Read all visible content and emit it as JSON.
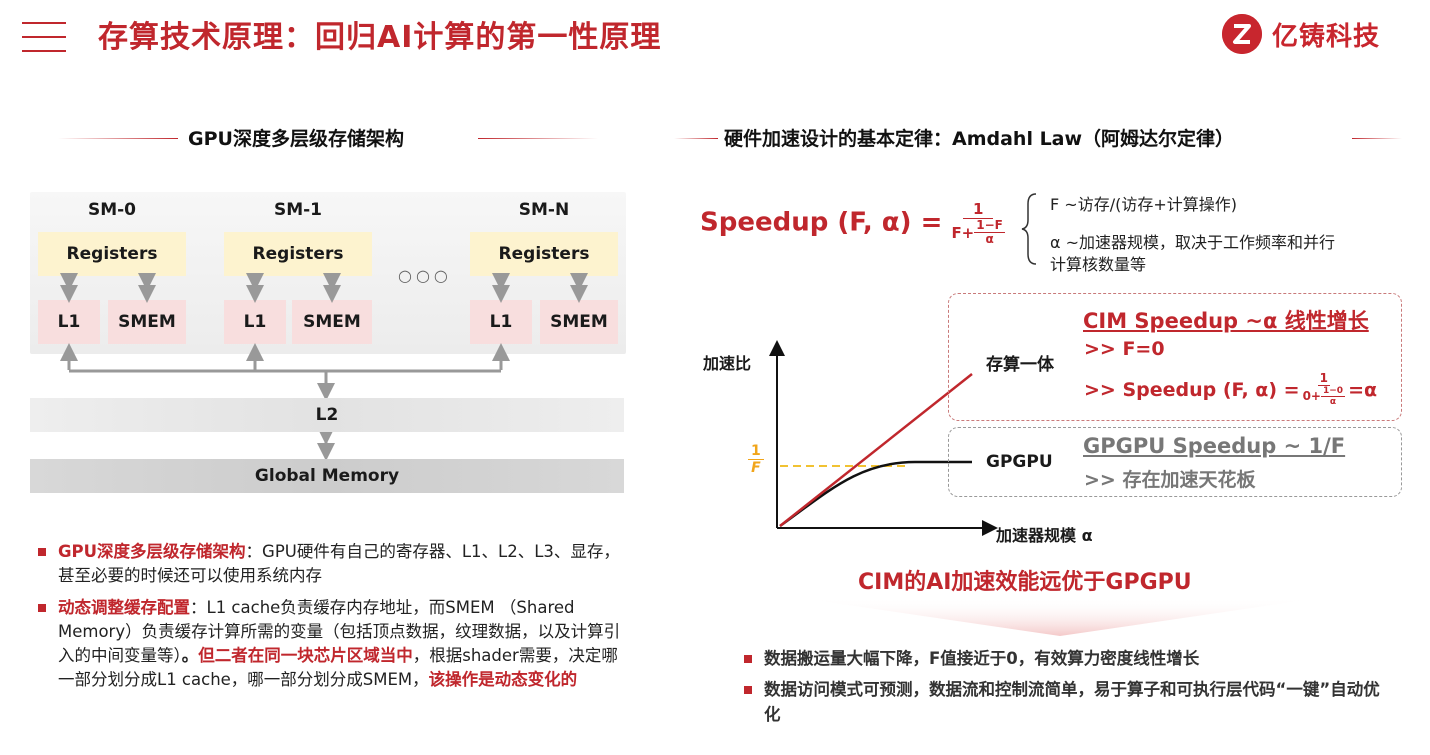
{
  "header": {
    "title": "存算技术原理：回归AI计算的第一性原理",
    "logo_mark": "Ⓩ",
    "logo_text": "亿铸科技"
  },
  "left": {
    "section_title": "GPU深度多层级存储架构",
    "sm_units": [
      {
        "name": "SM-0",
        "registers": "Registers",
        "l1": "L1",
        "smem": "SMEM"
      },
      {
        "name": "SM-1",
        "registers": "Registers",
        "l1": "L1",
        "smem": "SMEM"
      },
      {
        "name": "SM-N",
        "registers": "Registers",
        "l1": "L1",
        "smem": "SMEM"
      }
    ],
    "ellipsis": "○○○",
    "l2": "L2",
    "global_memory": "Global Memory",
    "bullets": [
      {
        "hl": "GPU深度多层级存储架构",
        "text": "：GPU硬件有自己的寄存器、L1、L2、L3、显存，甚至必要的时候还可以使用系统内存"
      },
      {
        "hl": "动态调整缓存配置",
        "text1": "：L1 cache负责缓存内存地址，而SMEM （Shared Memory）负责缓存计算所需的变量（包括顶点数据，纹理数据，以及计算引入的中间变量等）",
        "bold": "。",
        "hl2": "但二者在同一块芯片区域当中",
        "text2": "，根据shader需要，决定哪一部分划分成L1 cache，哪一部分划分成SMEM，",
        "hl3": "该操作是动态变化的"
      }
    ]
  },
  "right": {
    "section_title": "硬件加速设计的基本定律：Amdahl Law（阿姆达尔定律）",
    "formula": {
      "lhs": "Speedup (F, α) =",
      "num": "1",
      "den_prefix": "F+",
      "den_num": "1−F",
      "den_den": "α"
    },
    "notes": [
      "F ~访存/(访存+计算操作)",
      "α ~加速器规模，取决于工作频率和并行",
      "计算核数量等"
    ],
    "chart": {
      "ylabel": "加速比",
      "xlabel": "加速器规模 α",
      "yaxis_tick_num": "1",
      "yaxis_tick_den": "F",
      "line_cim": "存算一体",
      "line_gpgpu": "GPGPU"
    },
    "cim_box": {
      "title": "CIM Speedup ~α 线性增长",
      "line1": ">> F=0",
      "line2_prefix": ">> Speedup (F, α) =",
      "frac_num": "1",
      "frac_den_prefix": "0+",
      "frac_den_num": "1−0",
      "frac_den_den": "α",
      "line2_suffix": "=α"
    },
    "gpgpu_box": {
      "title": "GPGPU Speedup ~ 1/F",
      "line1": ">> 存在加速天花板"
    },
    "conclusion": "CIM的AI加速效能远优于GPGPU",
    "bullets": [
      "数据搬运量大幅下降，F值接近于0，有效算力密度线性增长",
      "数据访问模式可预测，数据流和控制流简单，易于算子和可执行层代码“一键”自动优化"
    ],
    "colors": {
      "brand": "#c0272d",
      "accent_yellow": "#f1c232"
    }
  }
}
